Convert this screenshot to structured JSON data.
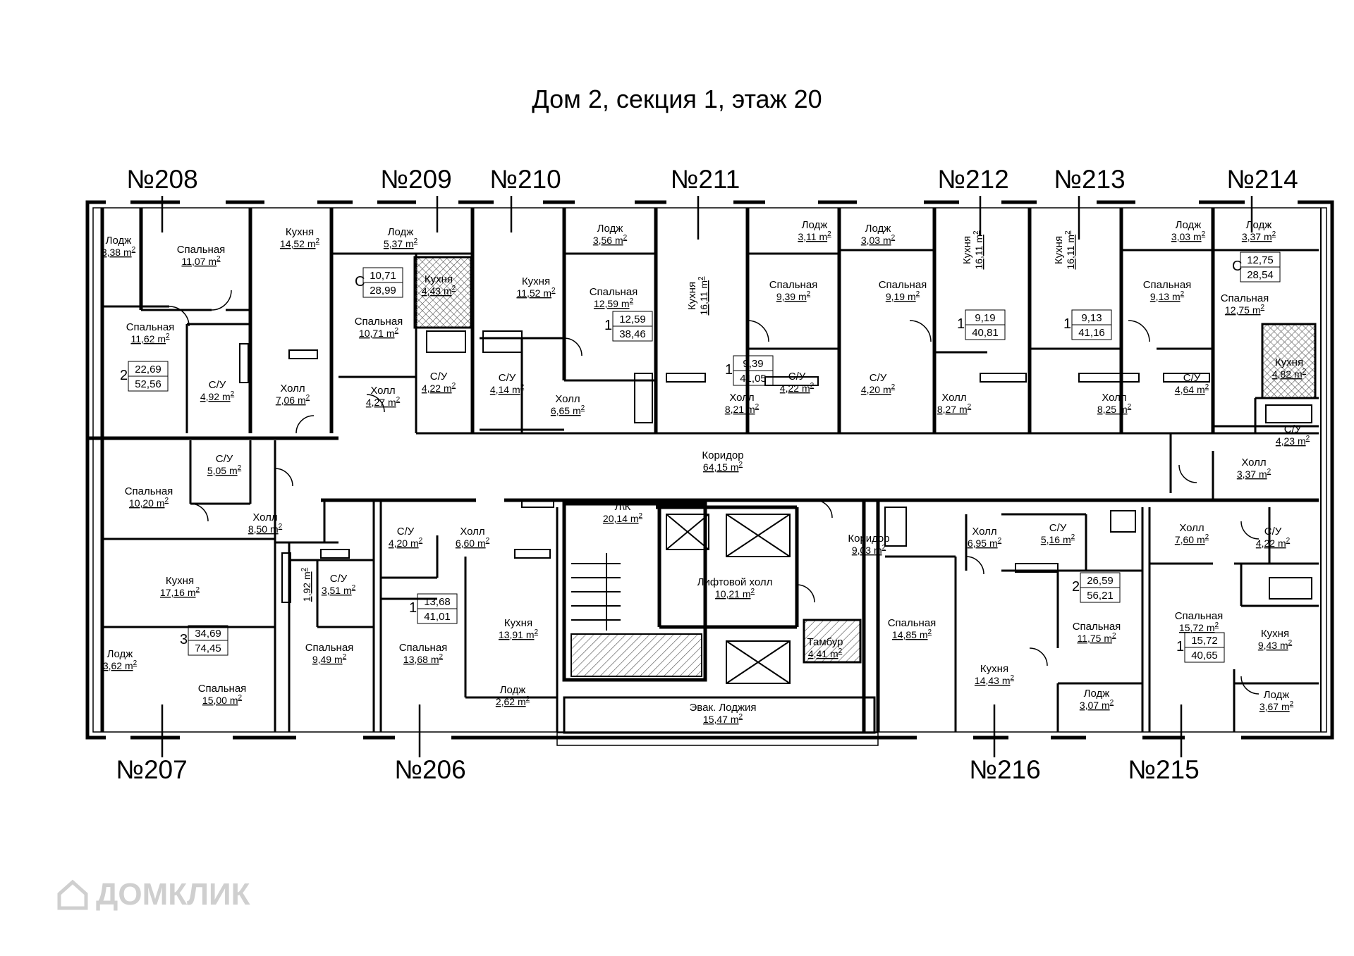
{
  "title": "Дом 2, секция 1, этаж 20",
  "watermark": {
    "text": "ДОМКЛИК",
    "icon": "house-logo-icon"
  },
  "colors": {
    "line": "#000000",
    "hatch": "#555555",
    "watermark": "#cfcfcf"
  },
  "apartments_top": [
    "№208",
    "№209",
    "№210",
    "№211",
    "№212",
    "№213",
    "№214"
  ],
  "apartments_bottom": [
    "№207",
    "№206",
    "№216",
    "№215"
  ],
  "rooms": [
    {
      "name": "Лодж",
      "area": "3,38"
    },
    {
      "name": "Спальная",
      "area": "11,07"
    },
    {
      "name": "Кухня",
      "area": "14,52"
    },
    {
      "name": "Лодж",
      "area": "5,37"
    },
    {
      "name": "Кухня",
      "area": "4,43"
    },
    {
      "name": "Спальная",
      "area": "10,71"
    },
    {
      "name": "Кухня",
      "area": "11,52"
    },
    {
      "name": "Лодж",
      "area": "3,56"
    },
    {
      "name": "Спальная",
      "area": "12,59"
    },
    {
      "name": "Кухня",
      "area": "16,11"
    },
    {
      "name": "Лодж",
      "area": "3,11"
    },
    {
      "name": "Спальная",
      "area": "9,39"
    },
    {
      "name": "Лодж",
      "area": "3,03"
    },
    {
      "name": "Спальная",
      "area": "9,19"
    },
    {
      "name": "Кухня",
      "area": "16,11"
    },
    {
      "name": "Кухня",
      "area": "16,11"
    },
    {
      "name": "Лодж",
      "area": "3,03"
    },
    {
      "name": "Спальная",
      "area": "9,13"
    },
    {
      "name": "Лодж",
      "area": "3,37"
    },
    {
      "name": "Спальная",
      "area": "12,75"
    },
    {
      "name": "Кухня",
      "area": "4,82"
    },
    {
      "name": "Спальная",
      "area": "11,62"
    },
    {
      "name": "С/У",
      "area": "4,92"
    },
    {
      "name": "Холл",
      "area": "7,06"
    },
    {
      "name": "Холл",
      "area": "4,27"
    },
    {
      "name": "С/У",
      "area": "4,22"
    },
    {
      "name": "С/У",
      "area": "4,14"
    },
    {
      "name": "Холл",
      "area": "6,65"
    },
    {
      "name": "Холл",
      "area": "8,21"
    },
    {
      "name": "С/У",
      "area": "4,22"
    },
    {
      "name": "С/У",
      "area": "4,20"
    },
    {
      "name": "Холл",
      "area": "8,27"
    },
    {
      "name": "Холл",
      "area": "8,25"
    },
    {
      "name": "С/У",
      "area": "4,64"
    },
    {
      "name": "С/У",
      "area": "4,23"
    },
    {
      "name": "Холл",
      "area": "3,37"
    },
    {
      "name": "Коридор",
      "area": "64,15"
    },
    {
      "name": "Спальная",
      "area": "10,20"
    },
    {
      "name": "С/У",
      "area": "5,05"
    },
    {
      "name": "Холл",
      "area": "8,50"
    },
    {
      "name": "Кухня",
      "area": "17,16"
    },
    {
      "name": "",
      "area": "1,92"
    },
    {
      "name": "С/У",
      "area": "3,51"
    },
    {
      "name": "Лодж",
      "area": "3,62"
    },
    {
      "name": "Спальная",
      "area": "9,49"
    },
    {
      "name": "Спальная",
      "area": "15,00"
    },
    {
      "name": "С/У",
      "area": "4,20"
    },
    {
      "name": "Холл",
      "area": "6,60"
    },
    {
      "name": "Спальная",
      "area": "13,68"
    },
    {
      "name": "Кухня",
      "area": "13,91"
    },
    {
      "name": "Лодж",
      "area": "2,62"
    },
    {
      "name": "Л\\К",
      "area": "20,14"
    },
    {
      "name": "Лифтовой холл",
      "area": "10,21"
    },
    {
      "name": "Коридор",
      "area": "9,03"
    },
    {
      "name": "Тамбур",
      "area": "4,41"
    },
    {
      "name": "Эвак. Лоджия",
      "area": "15,47"
    },
    {
      "name": "Холл",
      "area": "6,95"
    },
    {
      "name": "С/У",
      "area": "5,16"
    },
    {
      "name": "Спальная",
      "area": "14,85"
    },
    {
      "name": "Спальная",
      "area": "11,75"
    },
    {
      "name": "Кухня",
      "area": "14,43"
    },
    {
      "name": "Лодж",
      "area": "3,07"
    },
    {
      "name": "Холл",
      "area": "7,60"
    },
    {
      "name": "С/У",
      "area": "4,22"
    },
    {
      "name": "Спальная",
      "area": "15,72"
    },
    {
      "name": "Кухня",
      "area": "9,43"
    },
    {
      "name": "Лодж",
      "area": "3,67"
    }
  ],
  "area_unit": "m",
  "area_unit_sup": "2",
  "summaries": [
    {
      "type": "2",
      "living": "22,69",
      "total": "52,56"
    },
    {
      "type": "С",
      "living": "10,71",
      "total": "28,99"
    },
    {
      "type": "1",
      "living": "12,59",
      "total": "38,46"
    },
    {
      "type": "1",
      "living": "9,39",
      "total": "41,05"
    },
    {
      "type": "1",
      "living": "9,19",
      "total": "40,81"
    },
    {
      "type": "1",
      "living": "9,13",
      "total": "41,16"
    },
    {
      "type": "С",
      "living": "12,75",
      "total": "28,54"
    },
    {
      "type": "3",
      "living": "34,69",
      "total": "74,45"
    },
    {
      "type": "1",
      "living": "13,68",
      "total": "41,01"
    },
    {
      "type": "2",
      "living": "26,59",
      "total": "56,21"
    },
    {
      "type": "1",
      "living": "15,72",
      "total": "40,65"
    }
  ]
}
